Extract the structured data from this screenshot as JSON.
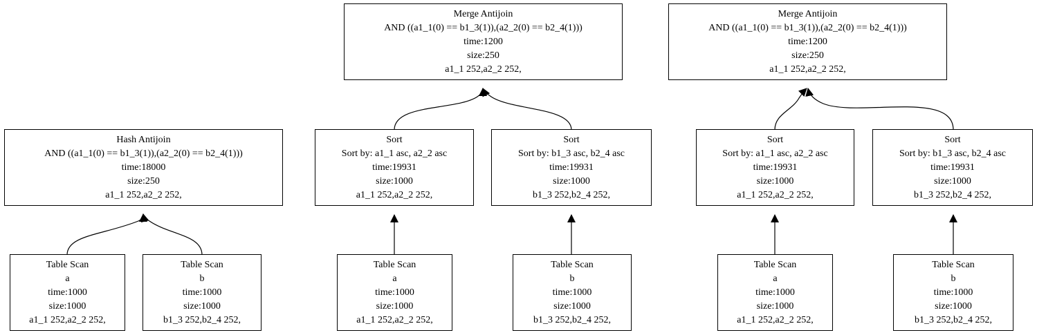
{
  "plans": [
    {
      "root": {
        "lines": [
          "Hash Antijoin",
          "AND ((a1_1(0) == b1_3(1)),(a2_2(0) == b2_4(1)))",
          "time:18000",
          "size:250",
          "a1_1 252,a2_2 252,"
        ]
      },
      "children": [
        {
          "lines": [
            "Table Scan",
            "a",
            "time:1000",
            "size:1000",
            "a1_1 252,a2_2 252,"
          ]
        },
        {
          "lines": [
            "Table Scan",
            "b",
            "time:1000",
            "size:1000",
            "b1_3 252,b2_4 252,"
          ]
        }
      ]
    },
    {
      "root": {
        "lines": [
          "Merge Antijoin",
          "AND ((a1_1(0) == b1_3(1)),(a2_2(0) == b2_4(1)))",
          "time:1200",
          "size:250",
          "a1_1 252,a2_2 252,"
        ]
      },
      "sorts": [
        {
          "lines": [
            "Sort",
            "Sort by: a1_1 asc, a2_2 asc",
            "time:19931",
            "size:1000",
            "a1_1 252,a2_2 252,"
          ]
        },
        {
          "lines": [
            "Sort",
            "Sort by: b1_3 asc, b2_4 asc",
            "time:19931",
            "size:1000",
            "b1_3 252,b2_4 252,"
          ]
        }
      ],
      "scans": [
        {
          "lines": [
            "Table Scan",
            "a",
            "time:1000",
            "size:1000",
            "a1_1 252,a2_2 252,"
          ]
        },
        {
          "lines": [
            "Table Scan",
            "b",
            "time:1000",
            "size:1000",
            "b1_3 252,b2_4 252,"
          ]
        }
      ]
    },
    {
      "root": {
        "lines": [
          "Merge Antijoin",
          "AND ((a1_1(0) == b1_3(1)),(a2_2(0) == b2_4(1)))",
          "time:1200",
          "size:250",
          "a1_1 252,a2_2 252,"
        ]
      },
      "sorts": [
        {
          "lines": [
            "Sort",
            "Sort by: a1_1 asc, a2_2 asc",
            "time:19931",
            "size:1000",
            "a1_1 252,a2_2 252,"
          ]
        },
        {
          "lines": [
            "Sort",
            "Sort by: b1_3 asc, b2_4 asc",
            "time:19931",
            "size:1000",
            "b1_3 252,b2_4 252,"
          ]
        }
      ],
      "scans": [
        {
          "lines": [
            "Table Scan",
            "a",
            "time:1000",
            "size:1000",
            "a1_1 252,a2_2 252,"
          ]
        },
        {
          "lines": [
            "Table Scan",
            "b",
            "time:1000",
            "size:1000",
            "b1_3 252,b2_4 252,"
          ]
        }
      ]
    }
  ]
}
